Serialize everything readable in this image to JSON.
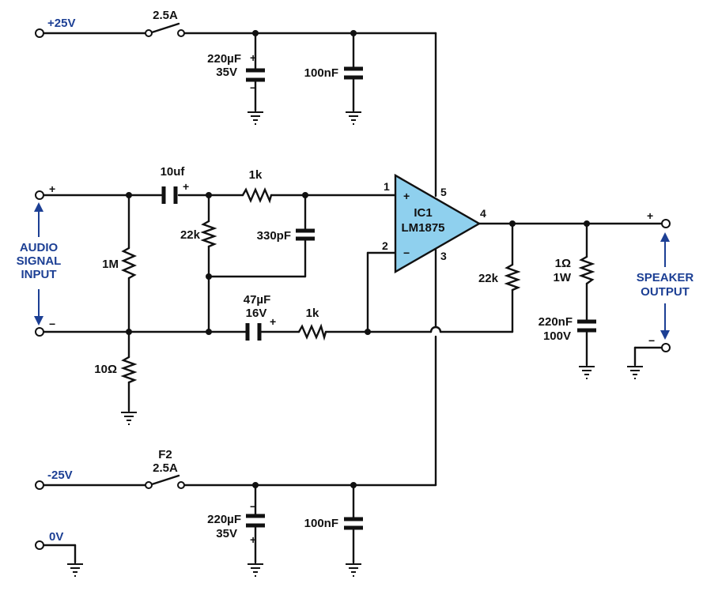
{
  "supply": {
    "pos_rail": "+25V",
    "neg_rail": "-25V",
    "ground": "0V",
    "fuse1_rating": "2.5A",
    "fuse2_name": "F2",
    "fuse2_rating": "2.5A"
  },
  "caps": {
    "pos_bulk_value": "220µF",
    "pos_bulk_voltage": "35V",
    "pos_bypass": "100nF",
    "neg_bulk_value": "220µF",
    "neg_bulk_voltage": "35V",
    "neg_bypass": "100nF",
    "input_coupling": "10uf",
    "filter": "330pF",
    "feedback_value": "47µF",
    "feedback_voltage": "16V",
    "zobel_value": "220nF",
    "zobel_voltage": "100V"
  },
  "resistors": {
    "input_series": "1k",
    "bias": "22k",
    "input_shunt": "1M",
    "ground_lift": "10Ω",
    "feedback_ground": "1k",
    "feedback": "22k",
    "zobel_value": "1Ω",
    "zobel_power": "1W"
  },
  "ic": {
    "name": "IC1",
    "part": "LM1875",
    "pin1": "1",
    "pin2": "2",
    "pin3": "3",
    "pin4": "4",
    "pin5": "5",
    "plus": "+",
    "minus": "−"
  },
  "input": {
    "line1": "AUDIO",
    "line2": "SIGNAL",
    "line3": "INPUT",
    "plus": "+",
    "minus": "−"
  },
  "output": {
    "line1": "SPEAKER",
    "line2": "OUTPUT",
    "plus": "+",
    "minus": "−"
  },
  "polarity": {
    "plus": "+",
    "minus": "−"
  },
  "colors": {
    "ic_fill": "#8fd0ee",
    "label_blue": "#1c3f94",
    "wire": "#111111"
  }
}
